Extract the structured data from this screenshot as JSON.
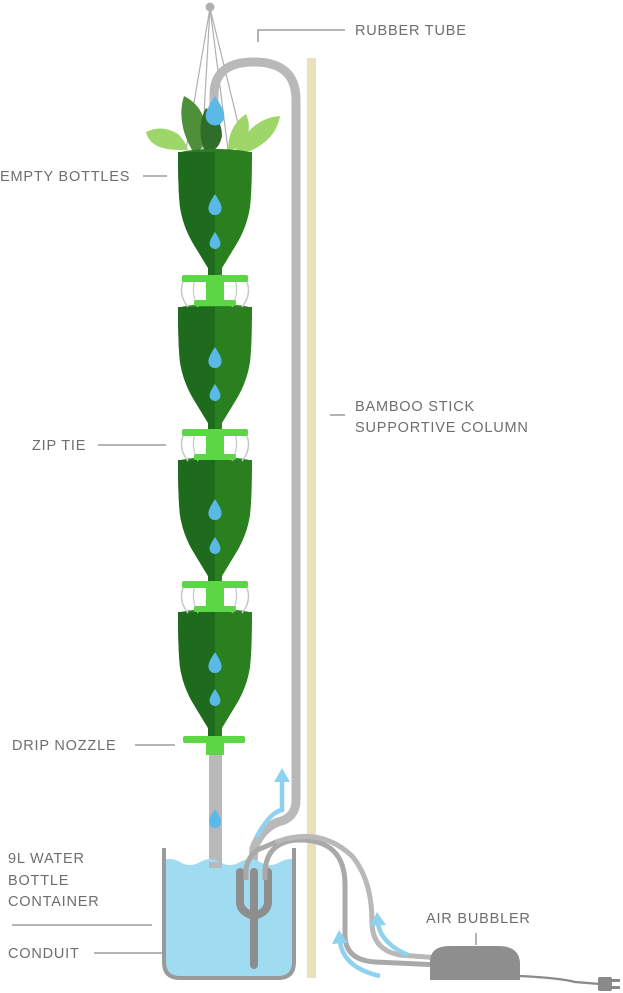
{
  "labels": {
    "rubber_tube": "RUBBER TUBE",
    "empty_bottles": "EMPTY BOTTLES",
    "bamboo_line1": "BAMBOO STICK",
    "bamboo_line2": "SUPPORTIVE COLUMN",
    "zip_tie": "ZIP TIE",
    "drip_nozzle": "DRIP NOZZLE",
    "container_line1": "9L WATER",
    "container_line2": "BOTTLE",
    "container_line3": "CONTAINER",
    "conduit": "CONDUIT",
    "air_bubbler": "AIR BUBBLER"
  },
  "colors": {
    "bottle_dark": "#1e6b1e",
    "bottle_light": "#2a7f1f",
    "nozzle_green": "#5bd645",
    "leaf_light": "#9ed66a",
    "leaf_dark": "#4e8f3a",
    "water": "#9fdcf2",
    "drop": "#5ab9e6",
    "tube_gray": "#b9b9b9",
    "tube_dark": "#8e8e8e",
    "bamboo": "#e9e1b9",
    "arrow": "#8fd2ef",
    "label_gray": "#6e6e6e"
  },
  "icons": [
    "water-drop-icon",
    "leaf-icon",
    "flow-arrow-icon",
    "plug-icon"
  ]
}
